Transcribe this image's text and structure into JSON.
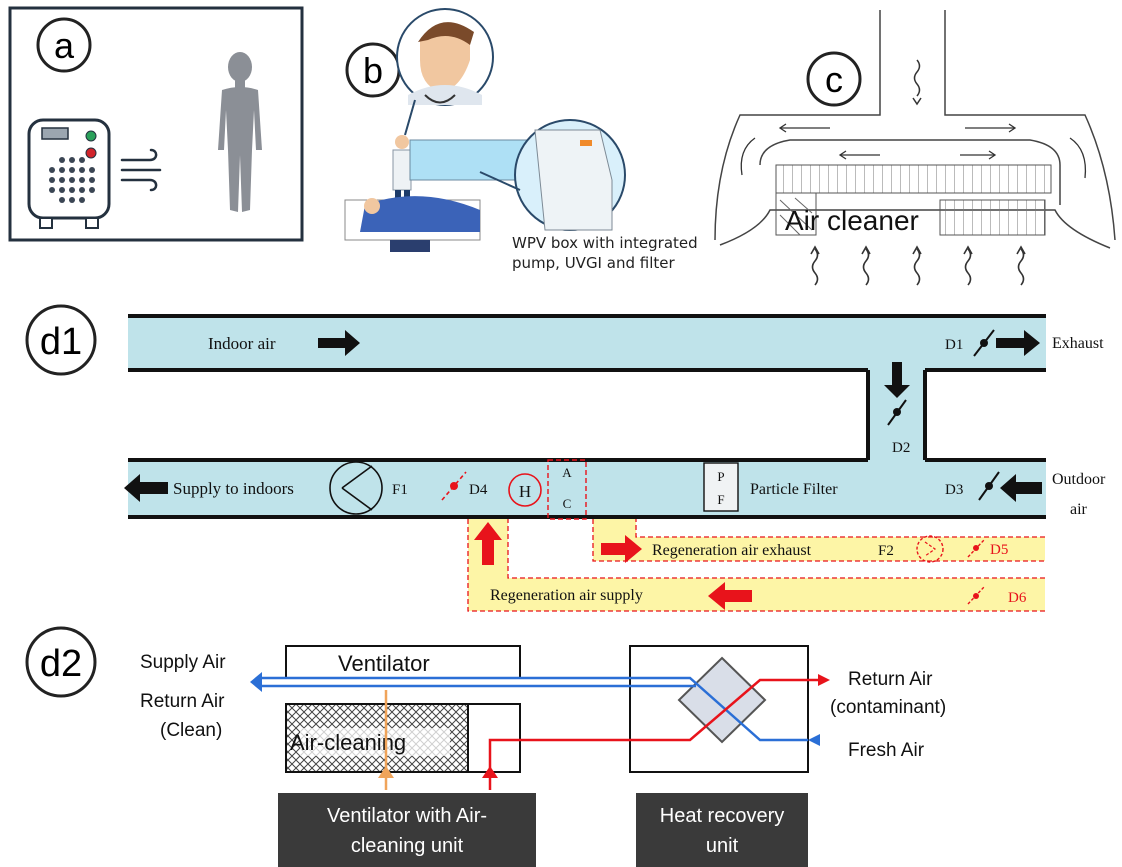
{
  "panels": {
    "a": {
      "label": "a"
    },
    "b": {
      "label": "b",
      "caption_line1": "WPV box with integrated",
      "caption_line2": "pump, UVGI and filter"
    },
    "c": {
      "label": "c",
      "device_label": "Air cleaner"
    },
    "d1": {
      "label": "d1",
      "indoor_air": "Indoor air",
      "exhaust": "Exhaust",
      "supply_to_indoors": "Supply to indoors",
      "particle_filter": "Particle Filter",
      "outdoor_air_line1": "Outdoor",
      "outdoor_air_line2": "air",
      "regen_exhaust": "Regeneration air exhaust",
      "regen_supply": "Regeneration air supply",
      "pf_line1": "P",
      "pf_line2": "F",
      "ac_line1": "A",
      "ac_line2": "C",
      "heater": "H",
      "labels": {
        "d1": "D1",
        "d2": "D2",
        "d3": "D3",
        "d4": "D4",
        "d5": "D5",
        "d6": "D6",
        "f1": "F1",
        "f2": "F2"
      }
    },
    "d2": {
      "label": "d2",
      "supply_air": "Supply Air",
      "return_air_line1": "Return Air",
      "return_air_line2": "(Clean)",
      "ventilator": "Ventilator",
      "air_cleaning": "Air-cleaning",
      "return_contaminant_line1": "Return Air",
      "return_contaminant_line2": "(contaminant)",
      "fresh_air": "Fresh Air",
      "box1_line1": "Ventilator with Air-",
      "box1_line2": "cleaning unit",
      "box2_line1": "Heat recovery",
      "box2_line2": "unit"
    }
  },
  "colors": {
    "duct_fill": "#bfe3ea",
    "regen_fill": "#fdf5a6",
    "red": "#e8131b",
    "blue": "#2b6fd6",
    "orange": "#f0a45a",
    "dark_box": "#3a3a3a"
  }
}
